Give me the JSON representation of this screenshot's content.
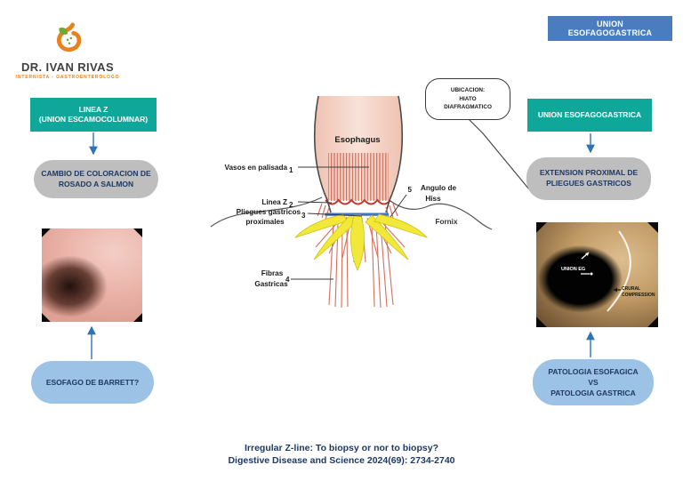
{
  "colors": {
    "teal": "#10A79B",
    "blue_button": "#4A7CC0",
    "light_blue_box": "#9CC3E5",
    "gray_box": "#BEBEBE",
    "navy_text": "#1F3864",
    "arrow_blue": "#2E74B5",
    "diagram_pink": "#F3D0C2",
    "diagram_stripe_red": "#D4705E",
    "zline_red": "#C23B2E",
    "blue_bar": "#4472C4",
    "fold_yellow": "#F2E83A",
    "logo_orange": "#E8821E",
    "logo_green": "#6CA832"
  },
  "logo": {
    "name": "DR. IVAN RIVAS",
    "subtitle": "INTERNISTA - GASTROENTEROLOGO"
  },
  "header": {
    "top_right_button": "UNION ESOFAGOGASTRICA"
  },
  "left_column": {
    "header_box": "LINEA Z\n(UNION ESCAMOCOLUMNAR)",
    "finding_box": "CAMBIO DE COLORACION DE ROSADO A SALMON",
    "question_box": "ESOFAGO DE BARRETT?"
  },
  "right_column": {
    "bubble": "UBICACION:\nHIATO\nDIAFRAGMATICO",
    "header_box": "UNION ESOFAGOGASTRICA",
    "finding_box": "EXTENSION PROXIMAL DE PLIEGUES GASTRICOS",
    "question_box": "PATOLOGIA ESOFAGICA\nVS\nPATOLOGIA GASTRICA"
  },
  "diagram": {
    "esophagus": "Esophagus",
    "vasos": "Vasos en palisada",
    "vasos_num": "1",
    "linea_z": "Linea Z",
    "linea_z_num": "2",
    "pliegues": "Pliegues gastricos",
    "pliegues_num": "3",
    "pliegues_line2": "proximales",
    "fibras_line1": "Fibras",
    "fibras_line2": "Gastricas",
    "fibras_num": "4",
    "angulo_num": "5",
    "angulo_line1": "Angulo de",
    "angulo_line2": "Hiss",
    "fornix": "Fornix"
  },
  "right_endoscopy": {
    "label_union": "UNION EG",
    "label_crural": "CRURAL\nCOMPRESSION"
  },
  "footer": {
    "line1": "Irregular Z-line: To biopsy or nor to biopsy?",
    "line2": "Digestive Disease and Science 2024(69): 2734-2740"
  }
}
